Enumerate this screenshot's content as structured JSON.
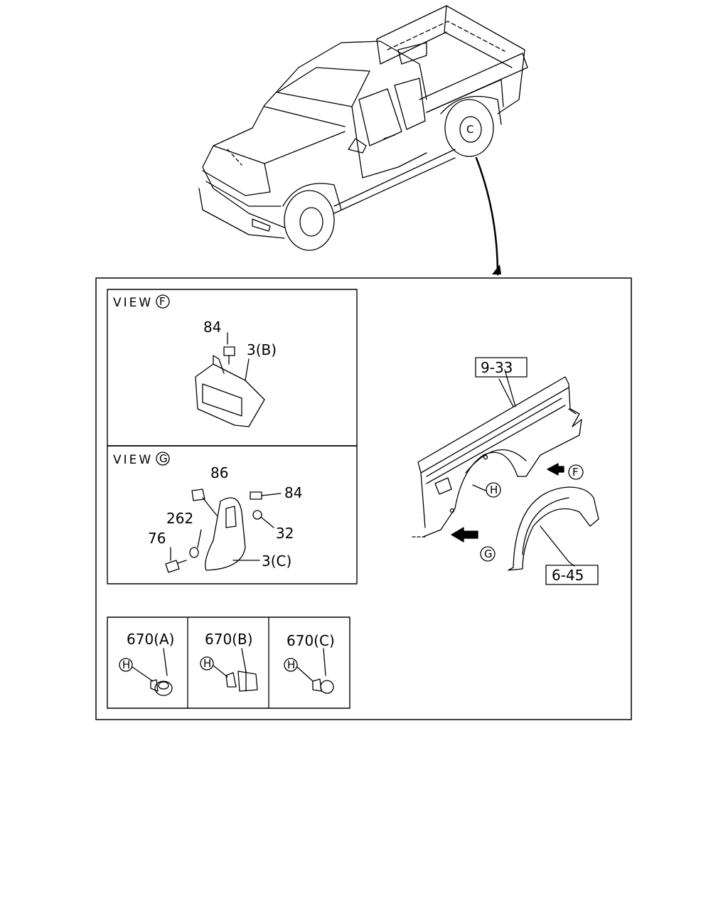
{
  "views": {
    "f": {
      "title": "VIEW",
      "marker": "F"
    },
    "g": {
      "title": "VIEW",
      "marker": "G"
    }
  },
  "view_f_labels": {
    "p84": "84",
    "p3b": "3(B)"
  },
  "view_g_labels": {
    "p86": "86",
    "p84": "84",
    "p262": "262",
    "p32": "32",
    "p76": "76",
    "p3c": "3(C)"
  },
  "fasteners": {
    "a": {
      "label": "670(A)",
      "marker": "H"
    },
    "b": {
      "label": "670(B)",
      "marker": "H"
    },
    "c": {
      "label": "670(C)",
      "marker": "H"
    }
  },
  "main_labels": {
    "panel_ref": "9-33",
    "flare_ref": "6-45",
    "marker_h": "H",
    "arrow_f": "F",
    "arrow_g": "G",
    "wheel_c": "C"
  }
}
